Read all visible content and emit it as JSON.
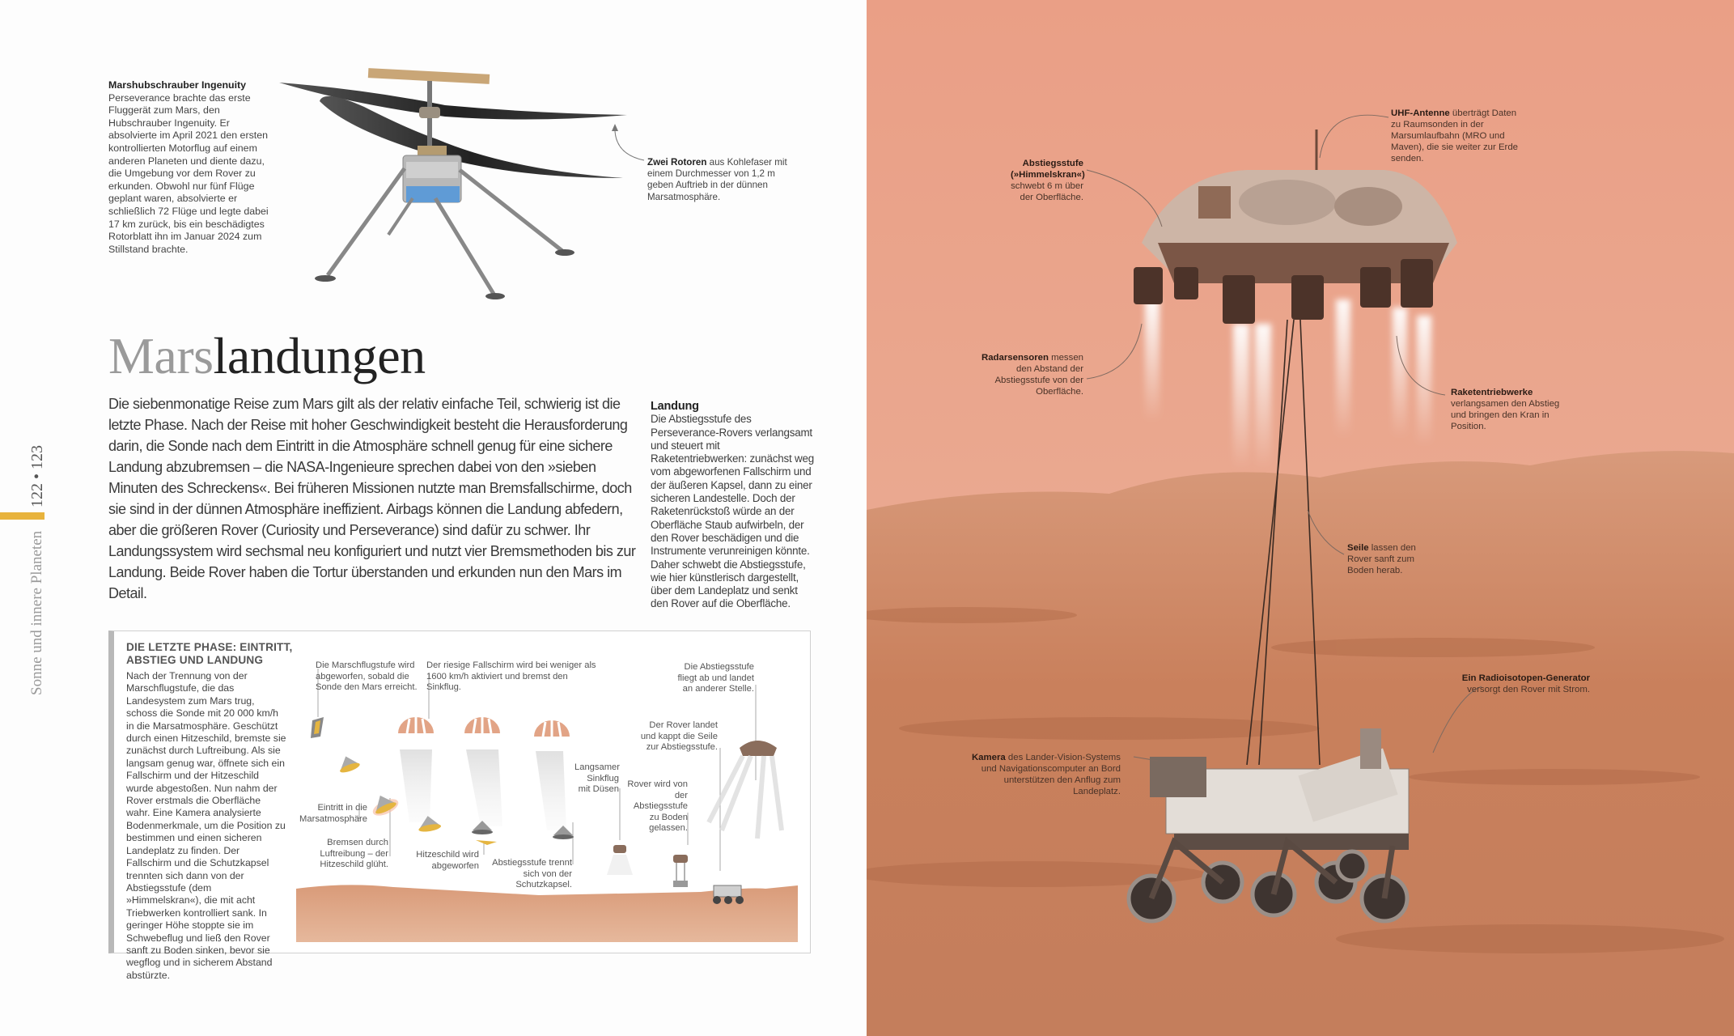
{
  "margin": {
    "page_numbers": "122 • 123",
    "section_title": "Sonne und innere Planeten",
    "accent_color": "#e8b33c"
  },
  "ingenuity": {
    "title": "Marshubschrauber Ingenuity",
    "text": "Perseverance brachte das erste Fluggerät zum Mars, den Hubschrauber Ingenuity. Er absolvierte im April 2021 den ersten kontrollierten Motorflug auf einem anderen Planeten und diente dazu, die Umgebung vor dem Rover zu erkunden. Obwohl nur fünf Flüge geplant waren, absolvierte er schließlich 72 Flüge und legte dabei 17 km zurück, bis ein beschädigtes Rotorblatt ihn im Januar 2024 zum Stillstand brachte.",
    "rotor_label_lead": "Zwei Rotoren",
    "rotor_label_text": " aus Kohlefaser mit einem Durchmesser von 1,2 m geben Auftrieb in der dünnen Marsatmosphäre."
  },
  "article": {
    "title_part1": "Mars",
    "title_part2": "landungen",
    "body": "Die siebenmonatige Reise zum Mars gilt als der relativ einfache Teil, schwierig ist die letzte Phase. Nach der Reise mit hoher Geschwindigkeit besteht die Herausforderung darin, die Sonde nach dem Eintritt in die Atmosphäre schnell genug für eine sichere Landung abzubremsen – die NASA-Ingenieure sprechen dabei von den »sieben Minuten des Schreckens«.  Bei früheren Missionen nutzte man Bremsfallschirme, doch sie sind in der dünnen Atmosphäre ineffizient. Airbags können die Landung abfedern, aber die größeren Rover (Curiosity und Perseverance) sind dafür zu schwer. Ihr Landungssystem wird sechsmal neu konfiguriert und nutzt vier Bremsmethoden bis zur Landung. Beide Rover haben die Tortur überstanden und erkunden nun den Mars im Detail.",
    "landung_title": "Landung",
    "landung_text": "Die Abstiegsstufe des Perseverance-Rovers verlangsamt und steuert mit Raketentriebwerken: zunächst weg vom abgeworfenen Fallschirm und der äußeren Kapsel, dann zu einer sicheren Landestelle. Doch der Raketenrückstoß würde an der Oberfläche Staub aufwirbeln, der den Rover beschädigen und die Instrumente verunreinigen könnte. Daher schwebt die Abstiegsstufe, wie hier künstlerisch dargestellt, über dem Landeplatz und senkt den Rover auf die Oberfläche."
  },
  "phase_box": {
    "title": "DIE LETZTE PHASE: EINTRITT, ABSTIEG UND LANDUNG",
    "text": "Nach der Trennung von der Marschflugstufe, die das Landesystem zum Mars trug, schoss die Sonde mit 20 000 km/h in die Marsatmosphäre. Geschützt durch einen Hitzeschild, bremste sie zunächst durch Luftreibung. Als sie langsam genug war, öffnete sich ein Fallschirm und der Hitzeschild wurde abgestoßen. Nun nahm der Rover erstmals die Oberfläche wahr. Eine Kamera analysierte Bodenmerkmale, um die Position zu bestimmen und einen sicheren Landeplatz zu finden. Der Fallschirm und die Schutzkapsel trennten sich dann von der Abstiegsstufe (dem »Himmelskran«), die mit acht Triebwerken kontrolliert sank. In geringer Höhe stoppte sie im Schwebeflug und ließ den Rover sanft zu Boden sinken, bevor sie wegflog und in sicherem Abstand abstürzte.",
    "labels": {
      "cruise_stage": "Die Marschflugstufe wird abgeworfen, sobald die Sonde den Mars erreicht.",
      "parachute": "Der riesige Fallschirm wird bei weniger als 1600 km/h aktiviert und bremst den Sinkflug.",
      "flyaway": "Die Abstiegsstufe fliegt ab und landet an anderer Stelle.",
      "rover_lands": "Der Rover landet und kappt die Seile zur Abstiegsstufe.",
      "slow_descent": "Langsamer Sinkflug mit Düsen",
      "lowered": "Rover wird von der Abstiegsstufe zu Boden gelassen.",
      "entry": "Eintritt in die Marsatmosphäre",
      "braking": "Bremsen durch Luftreibung – der Hitzeschild glüht.",
      "heatshield": "Hitzeschild wird abgeworfen",
      "separation": "Abstiegsstufe trennt sich von der Schutzkapsel."
    }
  },
  "photo_labels": {
    "uhf_lead": "UHF-Antenne",
    "uhf_text": " überträgt Daten zu Raumsonden in der Marsumlaufbahn (MRO und Maven), die sie weiter zur Erde senden.",
    "skycrane_lead": "Abstiegsstufe (»Himmelskran«)",
    "skycrane_text": " schwebt 6 m über der Oberfläche.",
    "radar_lead": "Radarsensoren",
    "radar_text": " messen den Abstand der Abstiegsstufe von der Oberfläche.",
    "engines_lead": "Raketentriebwerke",
    "engines_text": " verlangsamen den Abstieg und bringen den Kran in Position.",
    "cables_lead": "Seile",
    "cables_text": " lassen den Rover sanft zum Boden herab.",
    "rtg_lead": "Ein Radioisotopen-Generator",
    "rtg_text": " versorgt den Rover mit Strom.",
    "camera_lead": "Kamera",
    "camera_text": " des Lander-Vision-Systems und Navigationscomputer an Bord unterstützen den Anflug zum Landeplatz."
  },
  "colors": {
    "sky_top": "#ea9f86",
    "sky_horizon": "#eab29a",
    "ground": "#c98460"
  }
}
